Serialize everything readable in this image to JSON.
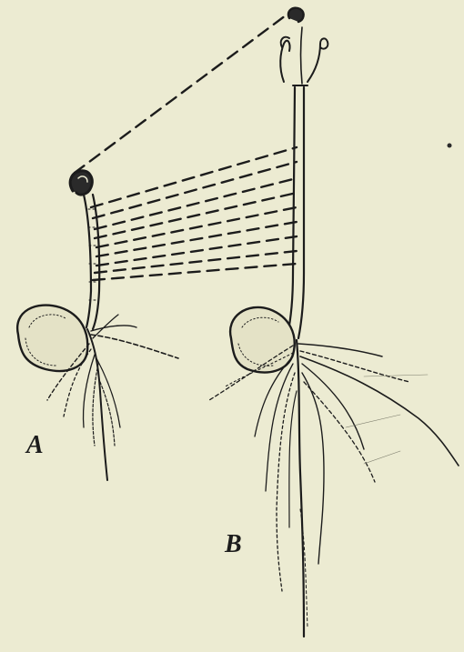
{
  "figure": {
    "label_a": "A",
    "label_b": "B"
  },
  "colors": {
    "paper": "#ecebd2",
    "ink": "#1c1c1c",
    "seed_fill": "#e4e2c6"
  },
  "icons": [
    "seedling-a-illustration",
    "seedling-b-illustration",
    "correspondence-dashed-lines"
  ]
}
